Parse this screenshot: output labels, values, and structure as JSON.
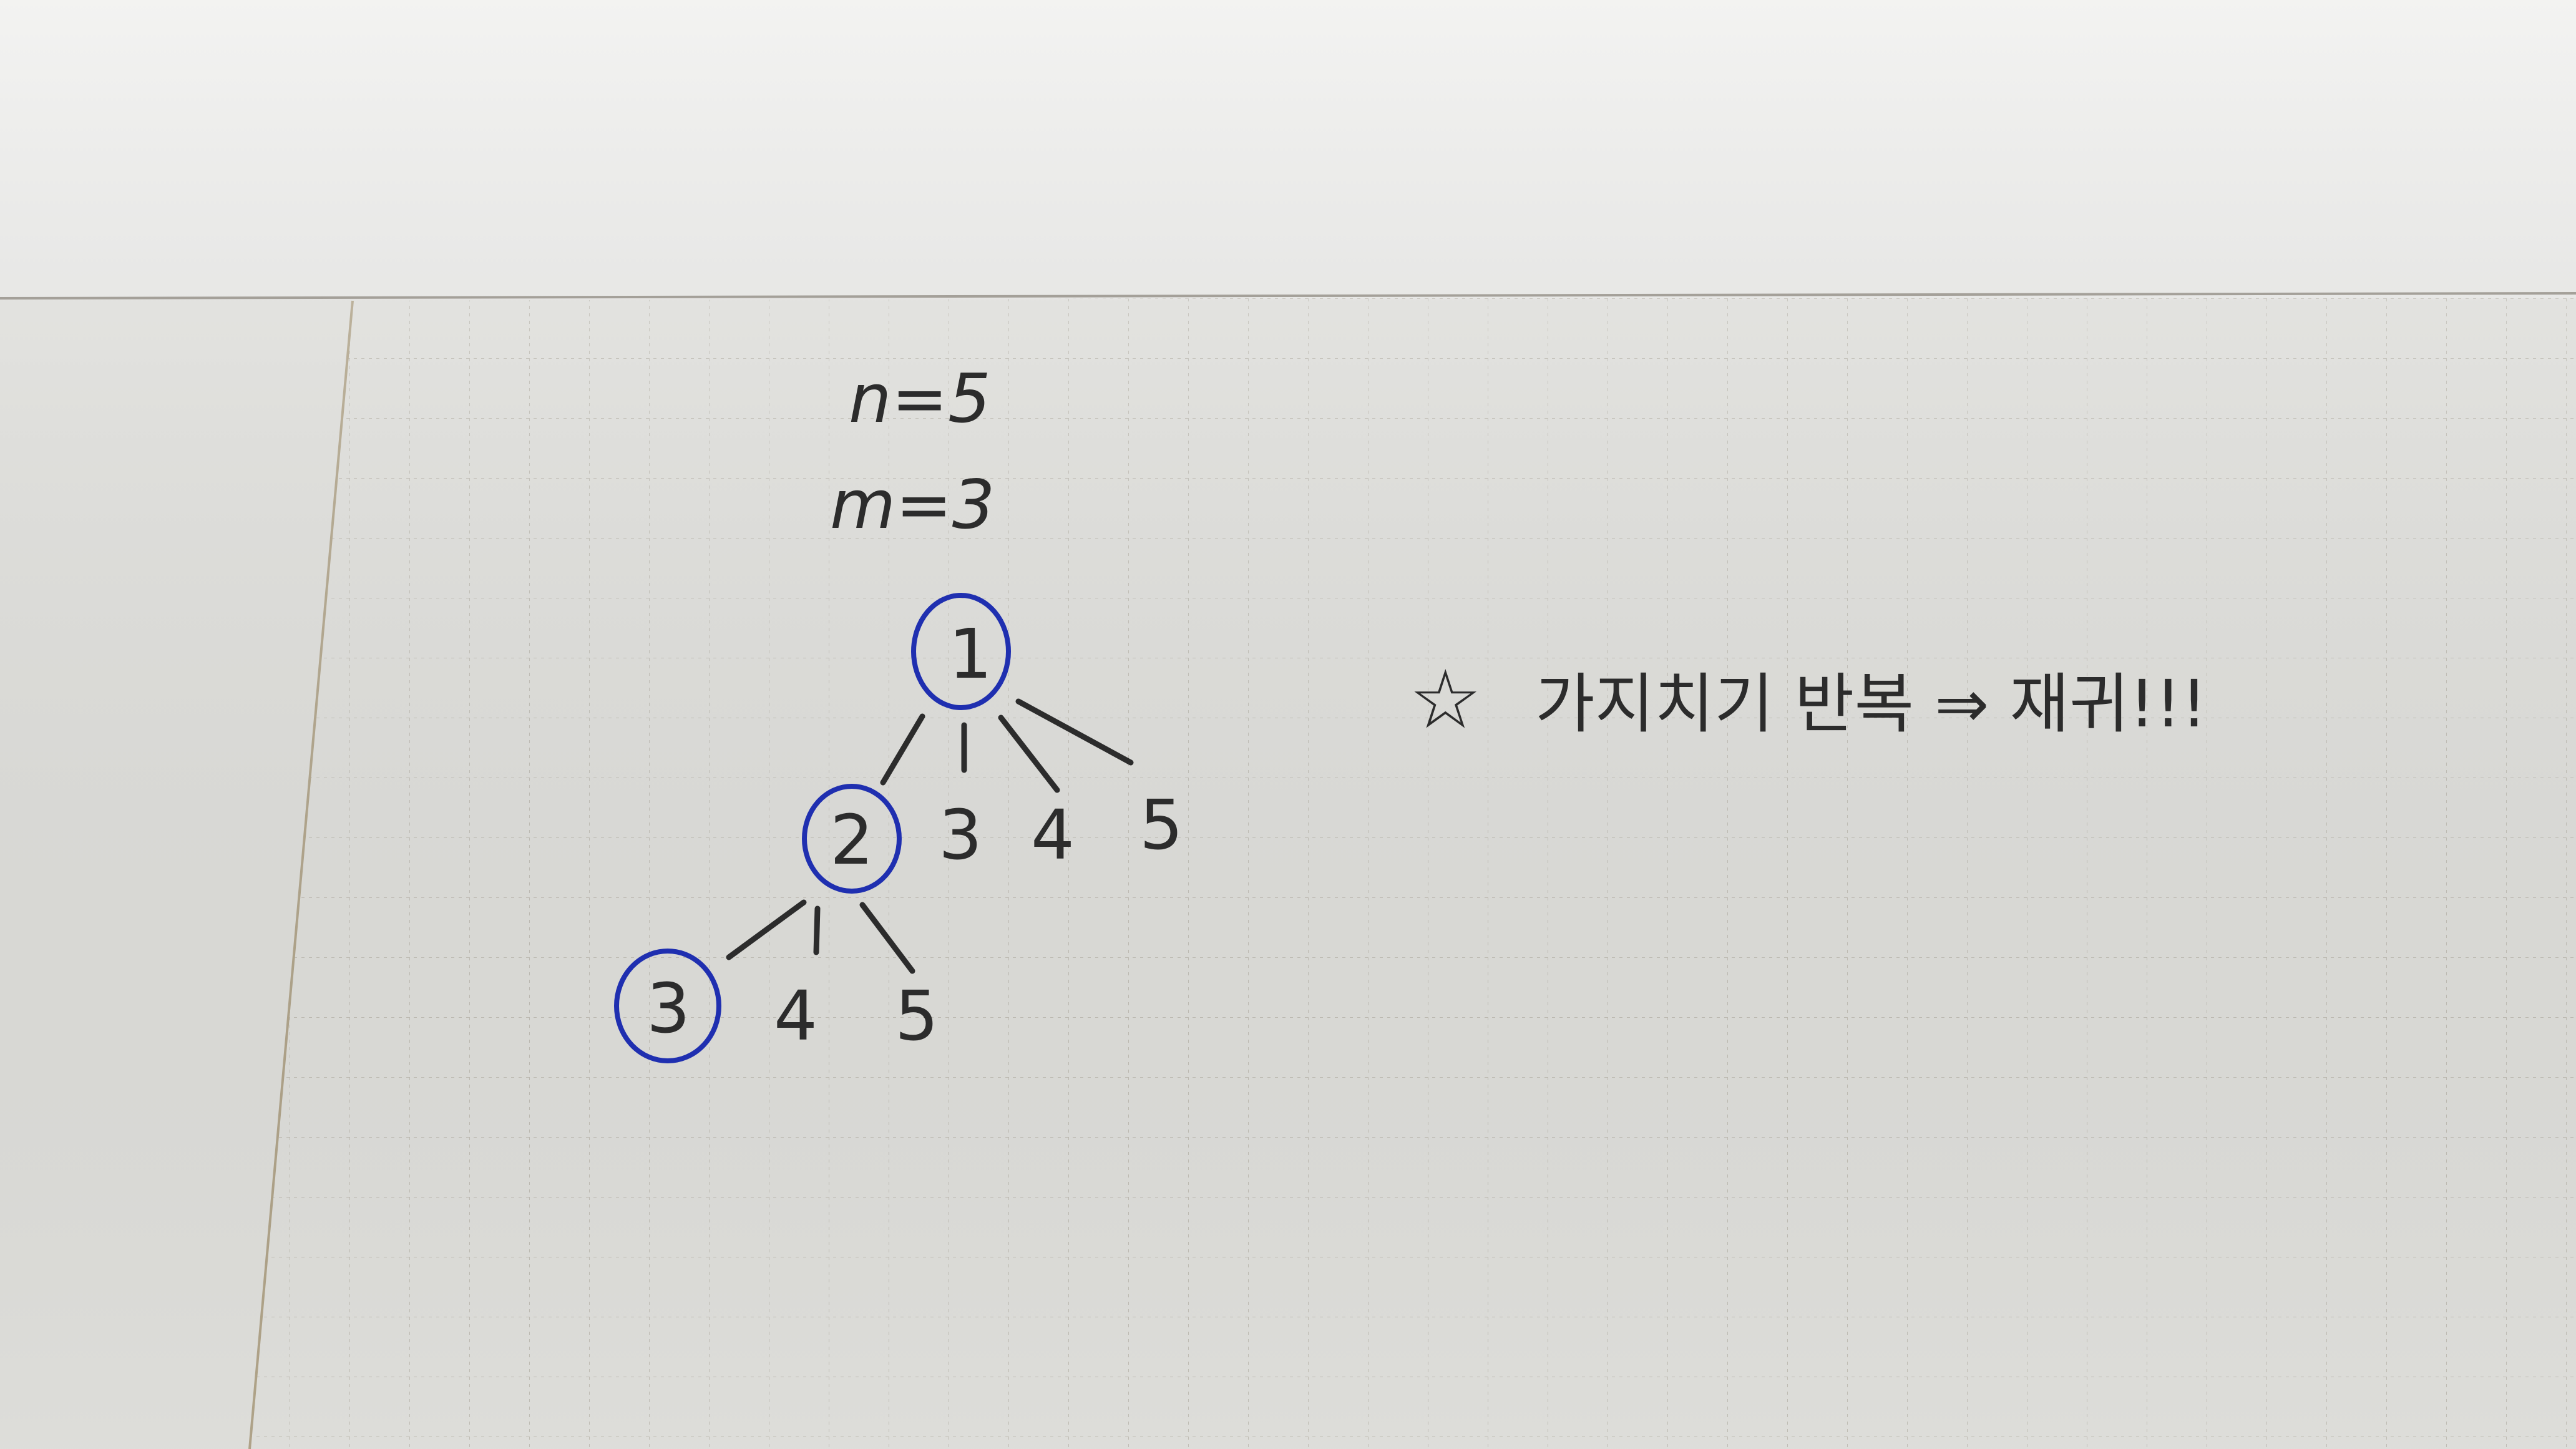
{
  "colors": {
    "table": "#ecebe9",
    "paper": "#e9e9e5",
    "grid_minor": "#c9c6bd",
    "grid_major": "#b8b4aa",
    "ink": "#2c2c2c",
    "circle_ink": "#1f2fb0"
  },
  "notes": {
    "n_line": "n=5",
    "m_line": "m=3",
    "star_symbol": "☆",
    "remark": "가지치기 반복 ⇒ 재귀!!!"
  },
  "tree": {
    "root": {
      "label": "1",
      "circled": true
    },
    "level1": [
      {
        "label": "2",
        "circled": true
      },
      {
        "label": "3",
        "circled": false
      },
      {
        "label": "4",
        "circled": false
      },
      {
        "label": "5",
        "circled": false
      }
    ],
    "level2": [
      {
        "label": "3",
        "circled": true
      },
      {
        "label": "4",
        "circled": false
      },
      {
        "label": "5",
        "circled": false
      }
    ]
  }
}
